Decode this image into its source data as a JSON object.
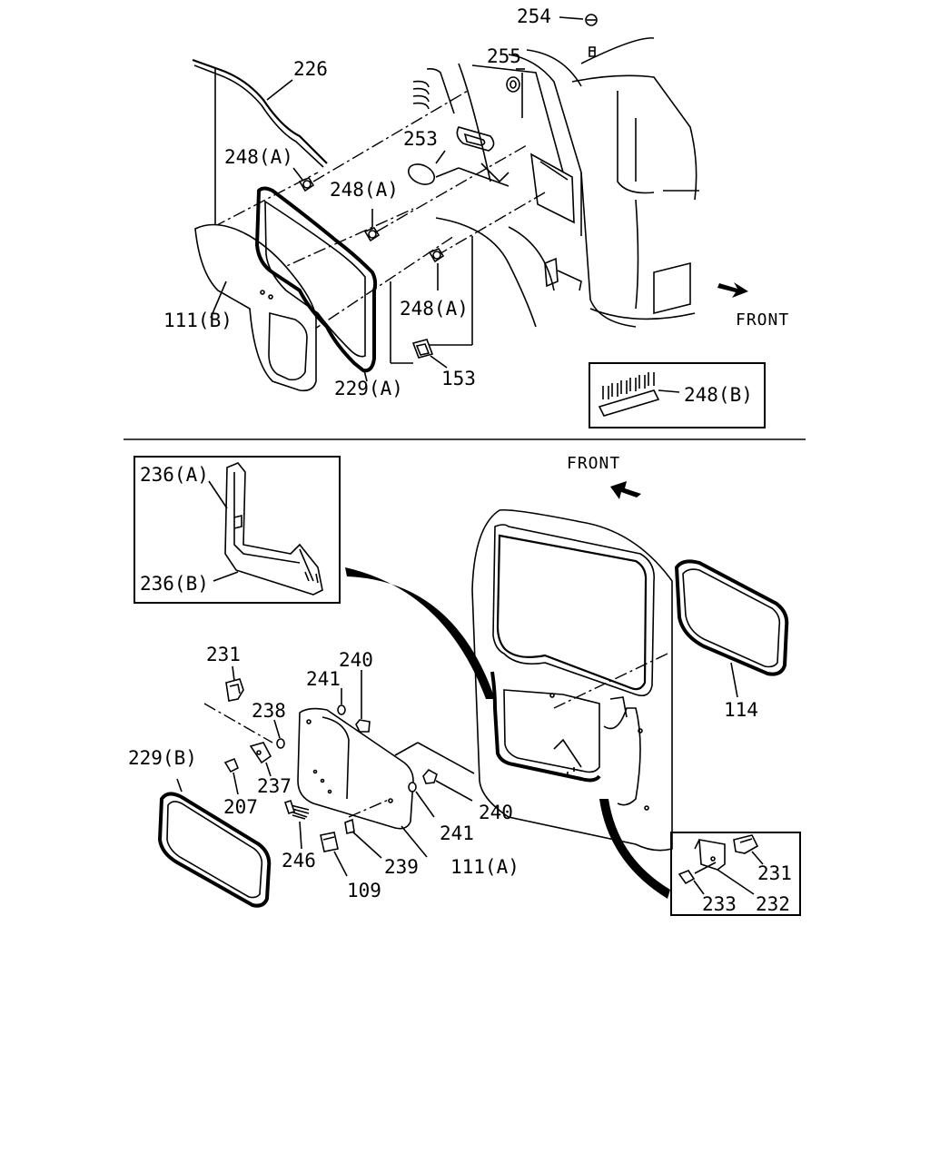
{
  "labels": {
    "p254": "254",
    "p255": "255",
    "p226": "226",
    "p253": "253",
    "p248a_1": "248(A)",
    "p248a_2": "248(A)",
    "p248a_3": "248(A)",
    "p111b": "111(B)",
    "p229a": "229(A)",
    "p153": "153",
    "p248b": "248(B)",
    "front_top": "FRONT",
    "front_bottom": "FRONT",
    "p236a": "236(A)",
    "p236b": "236(B)",
    "p231_1": "231",
    "p240_1": "240",
    "p241_1": "241",
    "p238": "238",
    "p229b": "229(B)",
    "p237": "237",
    "p207": "207",
    "p246": "246",
    "p109": "109",
    "p239": "239",
    "p111a": "111(A)",
    "p241_2": "241",
    "p240_2": "240",
    "p114": "114",
    "p231_2": "231",
    "p233": "233",
    "p232": "232"
  },
  "icons": [
    "front-arrow-icon"
  ]
}
